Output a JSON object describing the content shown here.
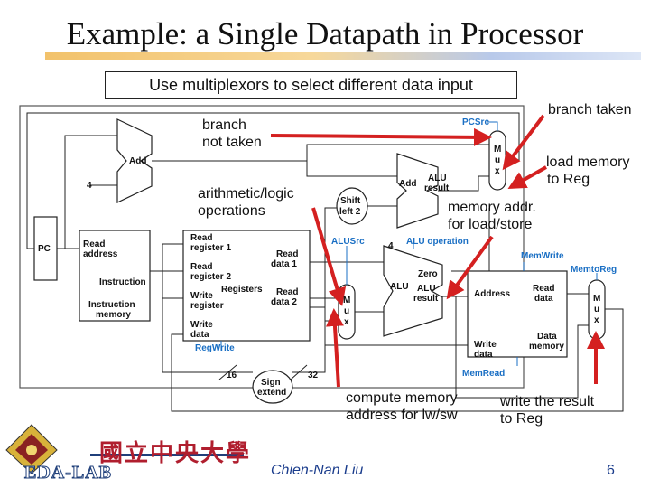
{
  "title": "Example: a Single Datapath in Processor",
  "subtitle": "Use multiplexors to select different data input",
  "annotations": {
    "branch_not_taken": [
      "branch",
      "not taken"
    ],
    "branch_taken": "branch taken",
    "arith_logic": [
      "arithmetic/logic",
      "operations"
    ],
    "load_memory": [
      "load memory",
      "to Reg"
    ],
    "memory_addr": [
      "memory addr.",
      "for load/store"
    ],
    "compute_memory": [
      "compute memory",
      "address for lw/sw"
    ],
    "write_result": [
      "write the result",
      "to Reg"
    ]
  },
  "datapath": {
    "pc": "PC",
    "add": "Add",
    "add_result": [
      "Add",
      "ALU",
      "result"
    ],
    "four_left": "4",
    "four_alu": "4",
    "shift": [
      "Shift",
      "left 2"
    ],
    "instr_mem": [
      "Read",
      "address",
      "Instruction",
      "Instruction",
      "memory"
    ],
    "reg_inputs": [
      "Read",
      "register 1",
      "Read",
      "register 2",
      "Write",
      "register",
      "Write",
      "data"
    ],
    "registers": "Registers",
    "read_data1": [
      "Read",
      "data 1"
    ],
    "read_data2": [
      "Read",
      "data 2"
    ],
    "alu": "ALU",
    "zero": "Zero",
    "alu_result": [
      "ALU",
      "result"
    ],
    "data_mem_in": [
      "Address",
      "Write",
      "data"
    ],
    "data_mem_out": [
      "Read",
      "data"
    ],
    "data_memory": [
      "Data",
      "memory"
    ],
    "sign_extend": [
      "Sign",
      "extend"
    ],
    "bits16": "16",
    "bits32": "32",
    "mux": [
      "M",
      "u",
      "x"
    ]
  },
  "controls": {
    "pcsrc": "PCSrc",
    "alusrc": "ALUSrc",
    "aluop": "ALU operation",
    "memwrite": "MemWrite",
    "memtoreg": "MemtoReg",
    "memread": "MemRead",
    "regwrite": "RegWrite"
  },
  "footer": {
    "logo": "EDA-LAB",
    "school": "國立中央大學",
    "author": "Chien-Nan Liu",
    "page": "6"
  },
  "colors": {
    "arrow": "#d42020",
    "control": "#1a6fc4",
    "footer_text": "#1a3c8c"
  }
}
